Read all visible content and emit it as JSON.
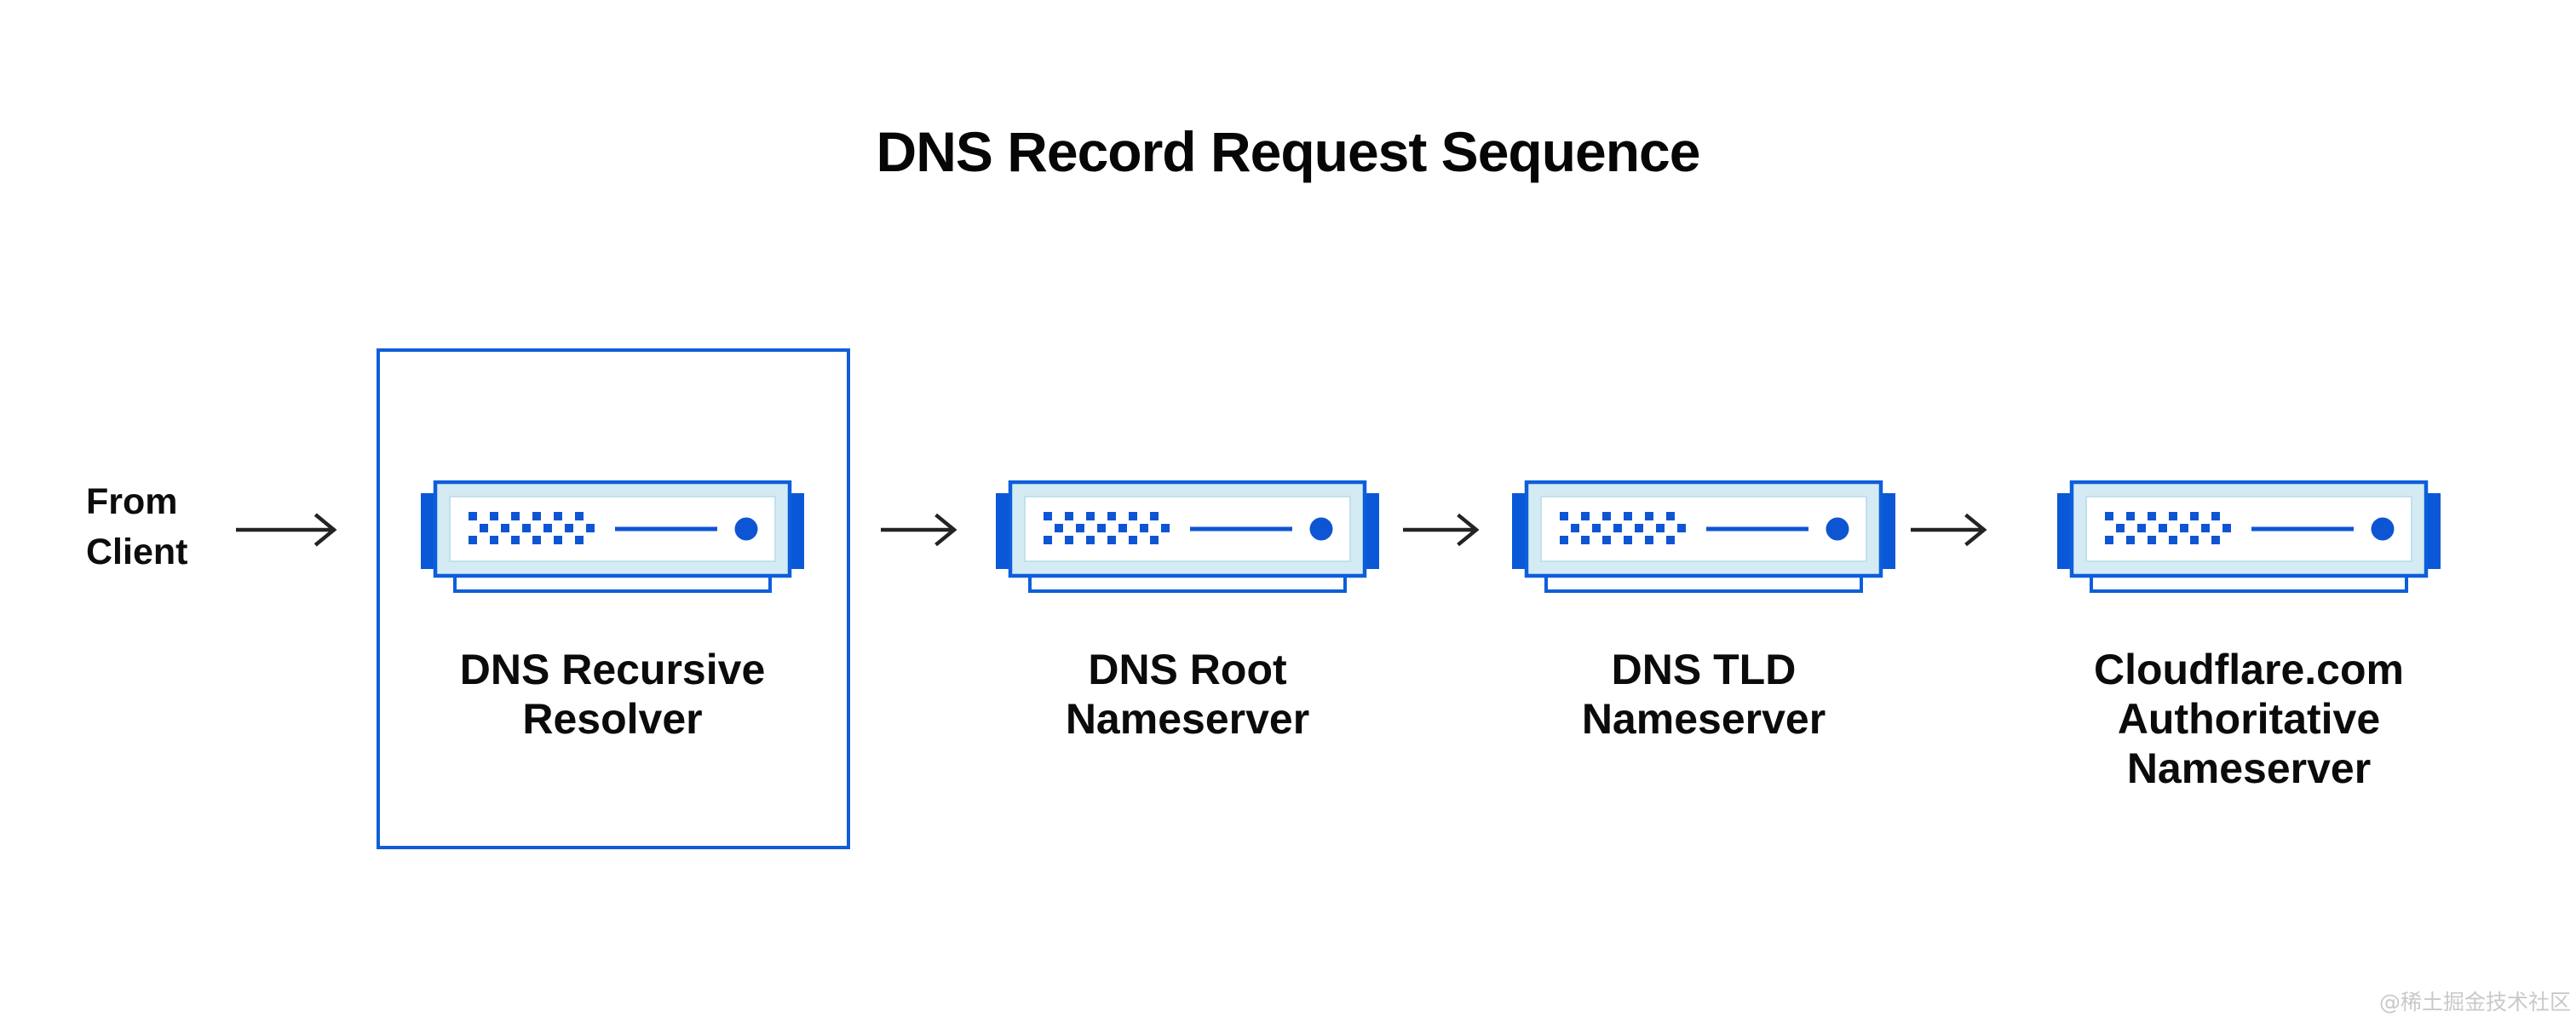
{
  "title": "DNS Record Request Sequence",
  "source": {
    "line1": "From",
    "line2": "Client"
  },
  "nodes": [
    {
      "name": "DNS Recursive Resolver",
      "line1": "DNS Recursive",
      "line2": "Resolver",
      "highlighted": true
    },
    {
      "name": "DNS Root Nameserver",
      "line1": "DNS Root",
      "line2": "Nameserver",
      "highlighted": false
    },
    {
      "name": "DNS TLD Nameserver",
      "line1": "DNS TLD",
      "line2": "Nameserver",
      "highlighted": false
    },
    {
      "name": "Cloudflare.com Authoritative Nameserver",
      "line1": "Cloudflare.com",
      "line2": "Authoritative",
      "line3": "Nameserver",
      "highlighted": false
    }
  ],
  "watermark": {
    "text": "@稀土掘金技术社区"
  },
  "colors": {
    "accent_blue_border": "#0d5edb",
    "tab_blue": "#0a58d8",
    "dot_blue": "#0e55d4",
    "panel_light_blue": "#d4ebf4",
    "panel_inner_edge": "#c2e0ee",
    "highlight_border": "#0e5ed9",
    "arrow_black": "#232325",
    "text_black": "#0b0b0b",
    "watermark_gray": "#c9c9c9"
  }
}
